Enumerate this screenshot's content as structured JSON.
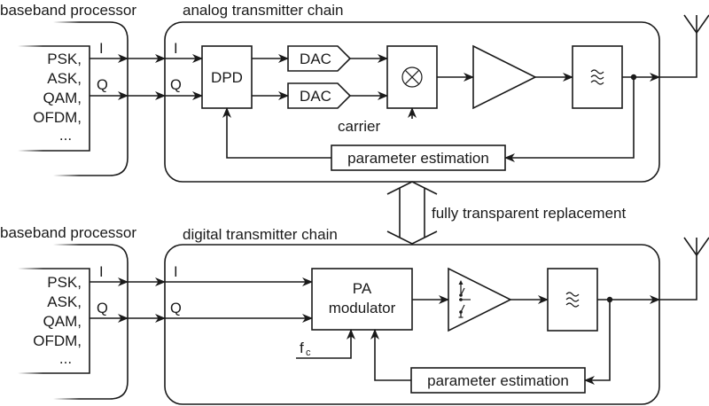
{
  "colors": {
    "stroke": "#1a1a1a",
    "background": "#ffffff"
  },
  "top": {
    "baseband": {
      "title": "baseband processor",
      "modulations": [
        "PSK,",
        "ASK,",
        "QAM,",
        "OFDM,",
        "..."
      ],
      "out_i": "I",
      "out_q": "Q"
    },
    "chain": {
      "title": "analog transmitter chain",
      "in_i": "I",
      "in_q": "Q",
      "dpd_label": "DPD",
      "dac_i_label": "DAC",
      "dac_q_label": "DAC",
      "mixer_icon": "circle-times-icon",
      "carrier_label": "carrier",
      "amplifier_icon": "amplifier-triangle-icon",
      "filter_icon": "bandpass-filter-icon",
      "param_estimation_label": "parameter estimation",
      "antenna_icon": "antenna-icon"
    }
  },
  "middle": {
    "replacement_label": "fully transparent replacement",
    "arrow_icon": "double-arrow-icon"
  },
  "bottom": {
    "baseband": {
      "title": "baseband processor",
      "modulations": [
        "PSK,",
        "ASK,",
        "QAM,",
        "OFDM,",
        "..."
      ],
      "out_i": "I",
      "out_q": "Q"
    },
    "chain": {
      "title": "digital transmitter chain",
      "in_i": "I",
      "in_q": "Q",
      "pa_modulator_line1": "PA",
      "pa_modulator_line2": "modulator",
      "fc_label": "f",
      "fc_subscript": "c",
      "amplifier_icon": "switched-amplifier-icon",
      "filter_icon": "bandpass-filter-icon",
      "param_estimation_label": "parameter estimation",
      "antenna_icon": "antenna-icon"
    }
  }
}
